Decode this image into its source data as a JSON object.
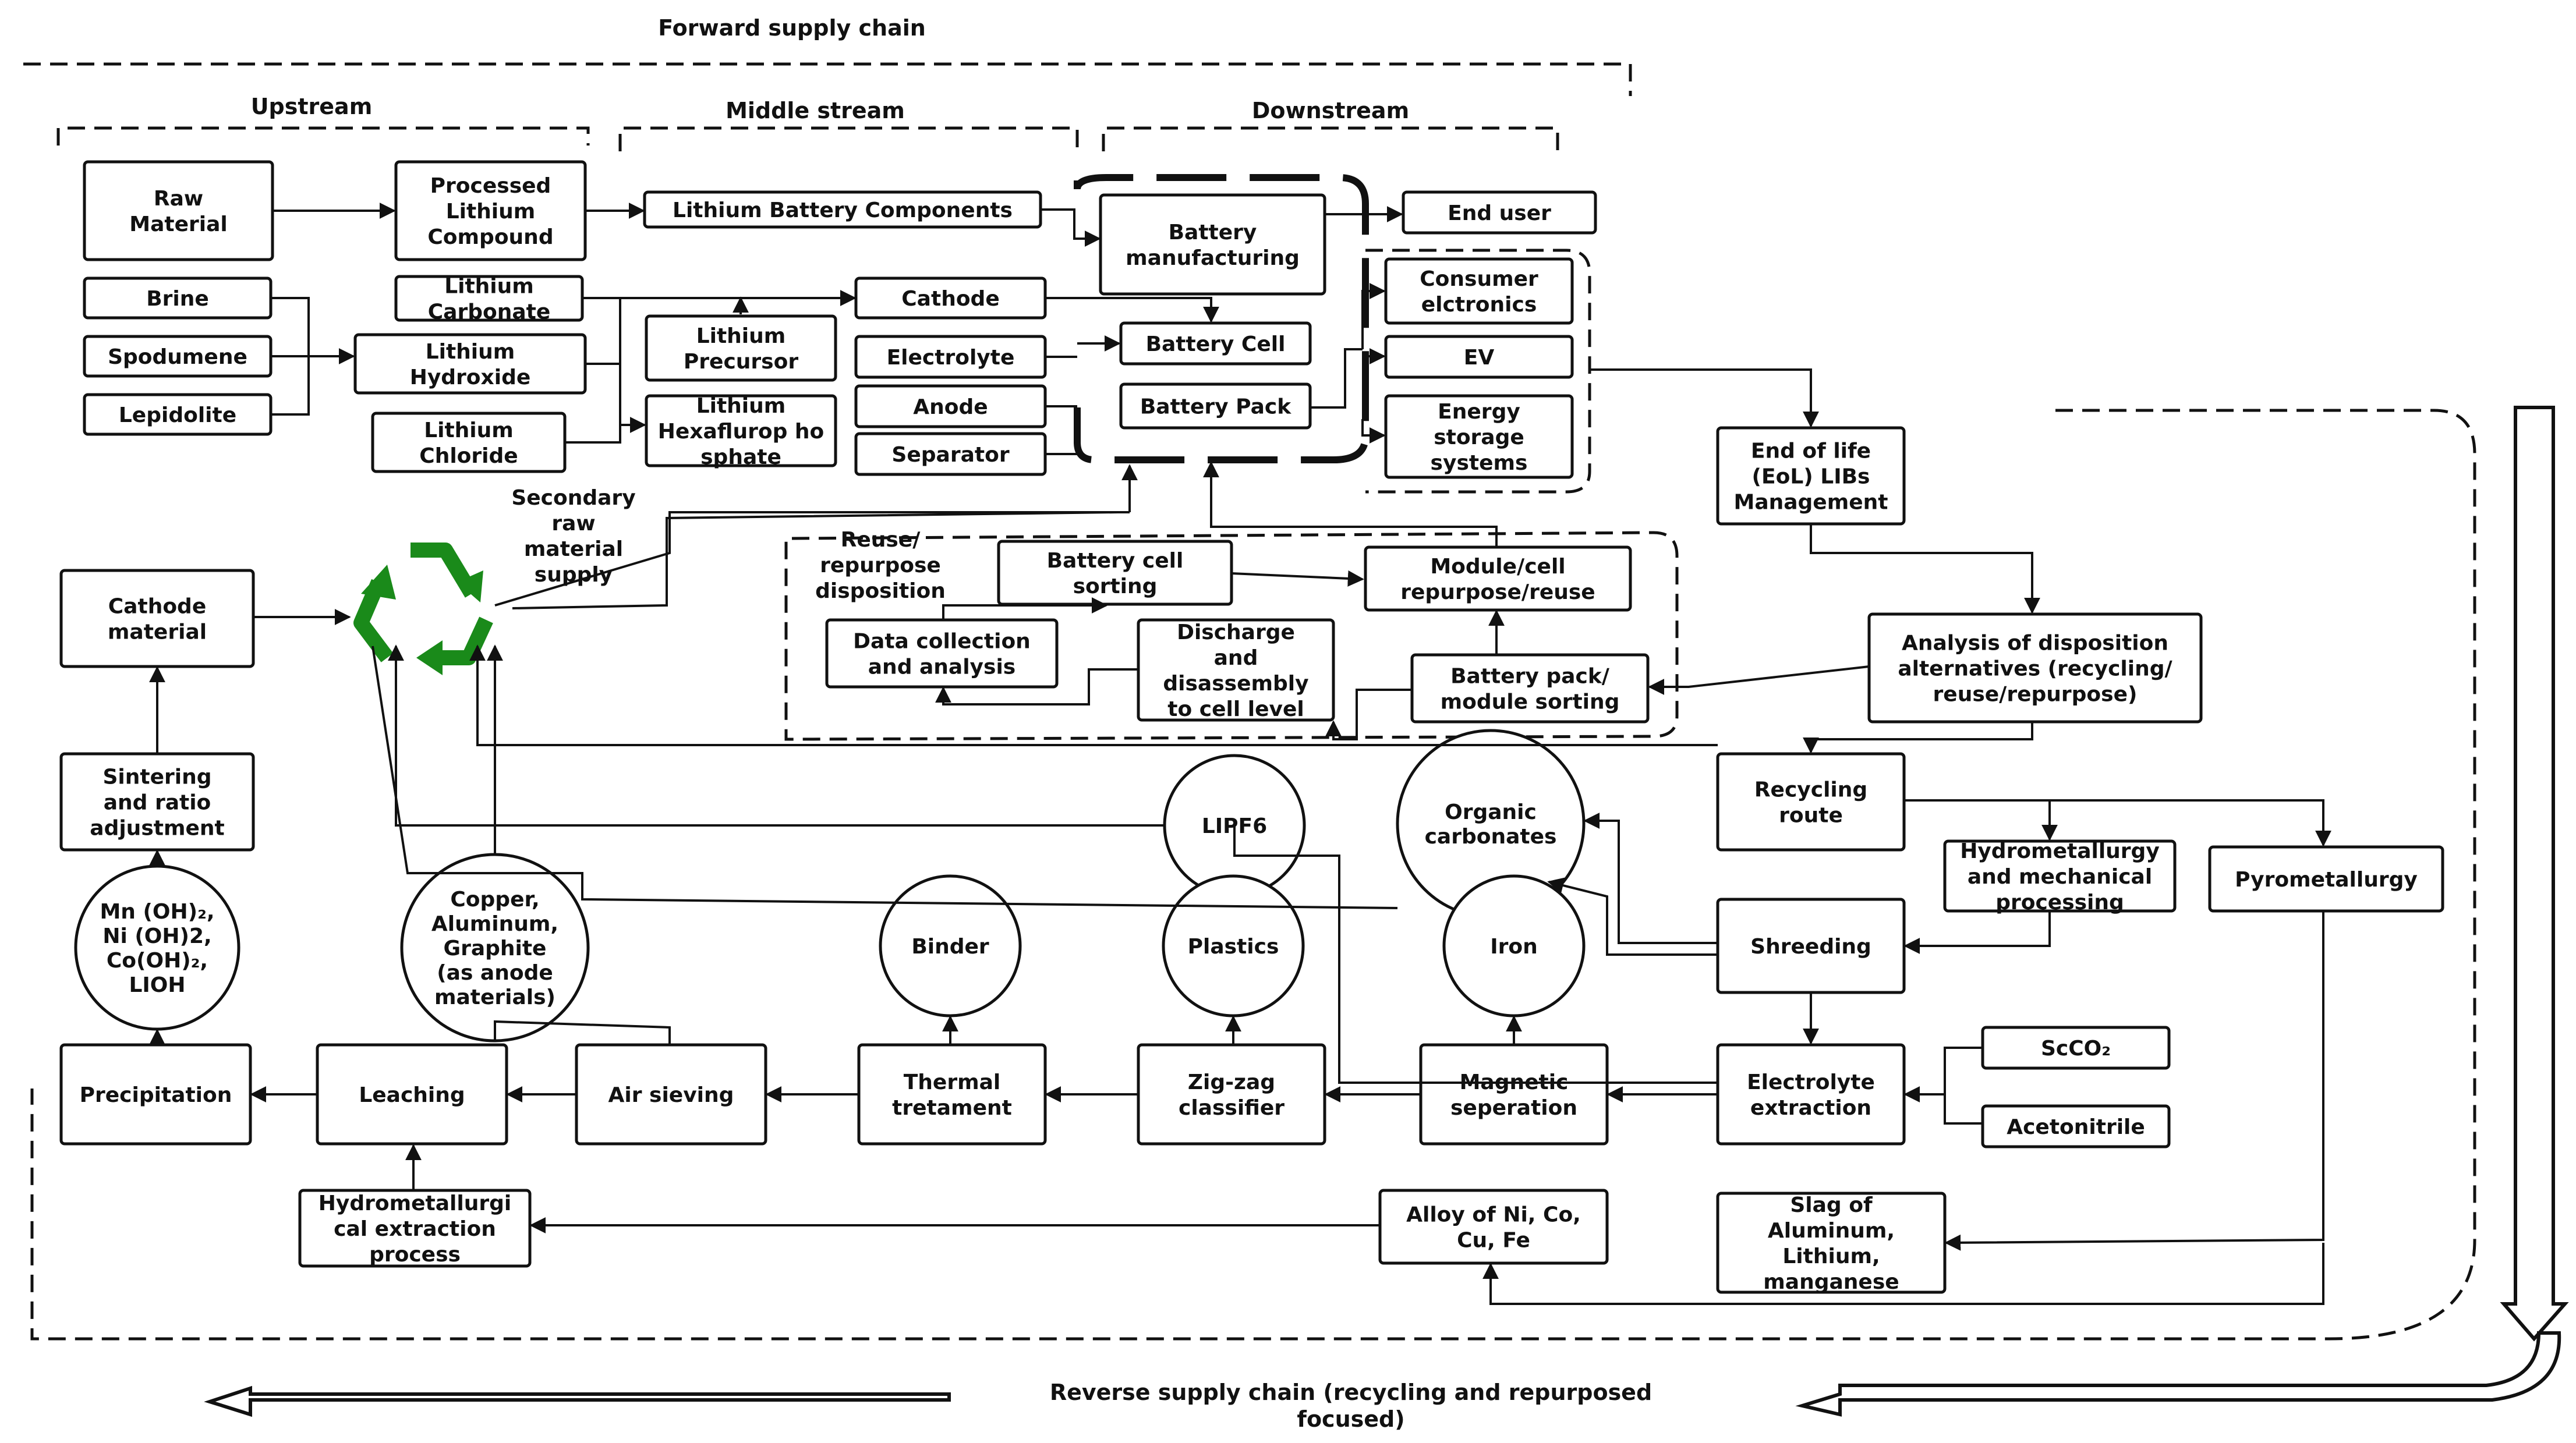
{
  "headers": {
    "forward": "Forward supply chain",
    "upstream": "Upstream",
    "middle": "Middle stream",
    "downstream": "Downstream",
    "reverse": [
      "Reverse supply chain (recycling and repurposed",
      "focused)"
    ]
  },
  "colors": {
    "recycle_symbol": "#1a8a1a",
    "stroke": "#111111"
  },
  "icons": {
    "recycle": "recycle-icon"
  },
  "secondary": [
    "Secondary",
    "raw",
    "material",
    "supply"
  ],
  "reuse_label": [
    "Reuse/",
    "repurpose",
    "disposition"
  ],
  "boxes": {
    "raw_material": [
      "Raw",
      "Material"
    ],
    "processed_lithium": [
      "Processed",
      "Lithium",
      "Compound"
    ],
    "lithium_components": [
      "Lithium Battery Components"
    ],
    "battery_manufacturing": [
      "Battery",
      "manufacturing"
    ],
    "end_user": [
      "End user"
    ],
    "brine": [
      "Brine"
    ],
    "spodumene": [
      "Spodumene"
    ],
    "lepidolite": [
      "Lepidolite"
    ],
    "lithium_carbonate": [
      "Lithium",
      "Carbonate"
    ],
    "lithium_hydroxide": [
      "Lithium",
      "Hydroxide"
    ],
    "lithium_chloride": [
      "Lithium",
      "Chloride"
    ],
    "lithium_precursor": [
      "Lithium",
      "Precursor"
    ],
    "lithium_hexafluro": [
      "Lithium",
      "Hexaflurop ho",
      "sphate"
    ],
    "cathode": [
      "Cathode"
    ],
    "electrolyte": [
      "Electrolyte"
    ],
    "anode": [
      "Anode"
    ],
    "separator": [
      "Separator"
    ],
    "battery_cell": [
      "Battery Cell"
    ],
    "battery_pack": [
      "Battery Pack"
    ],
    "consumer_electronics": [
      "Consumer",
      "elctronics"
    ],
    "ev": [
      "EV"
    ],
    "energy_storage": [
      "Energy",
      "storage",
      "systems"
    ],
    "eol": [
      "End of life",
      "(EoL) LIBs",
      "Management"
    ],
    "analysis": [
      "Analysis of disposition",
      "alternatives (recycling/",
      "reuse/repurpose)"
    ],
    "battery_cell_sorting": [
      "Battery cell",
      "sorting"
    ],
    "module_repurpose": [
      "Module/cell",
      "repurpose/reuse"
    ],
    "data_collection": [
      "Data collection",
      "and analysis"
    ],
    "discharge": [
      "Discharge",
      "and",
      "disassembly",
      "to cell level"
    ],
    "pack_sorting": [
      "Battery pack/",
      "module sorting"
    ],
    "cathode_material": [
      "Cathode",
      "material"
    ],
    "sintering": [
      "Sintering",
      "and ratio",
      "adjustment"
    ],
    "recycling_route": [
      "Recycling",
      "route"
    ],
    "hydrometallurgy": [
      "Hydrometallurgy",
      "and mechanical",
      "processing"
    ],
    "pyrometallurgy": [
      "Pyrometallurgy"
    ],
    "shreeding": [
      "Shreeding"
    ],
    "electrolyte_extraction": [
      "Electrolyte",
      "extraction"
    ],
    "scco2": [
      "ScCO₂"
    ],
    "acetonitrile": [
      "Acetonitrile"
    ],
    "magnetic": [
      "Magnetic",
      "seperation"
    ],
    "zigzag": [
      "Zig-zag",
      "classifier"
    ],
    "thermal": [
      "Thermal",
      "tretament"
    ],
    "air_sieving": [
      "Air sieving"
    ],
    "leaching": [
      "Leaching"
    ],
    "precipitation": [
      "Precipitation"
    ],
    "hydro_extraction": [
      "Hydrometallurgi",
      "cal extraction",
      "process"
    ],
    "alloy": [
      "Alloy of Ni, Co,",
      "Cu, Fe"
    ],
    "slag": [
      "Slag of",
      "Aluminum,",
      "Lithium,",
      "manganese"
    ]
  },
  "circles": {
    "lipf6": [
      "LIPF6"
    ],
    "organic": [
      "Organic",
      "carbonates"
    ],
    "iron": [
      "Iron"
    ],
    "plastics": [
      "Plastics"
    ],
    "binder": [
      "Binder"
    ],
    "copper": [
      "Copper,",
      "Aluminum,",
      "Graphite",
      "(as anode",
      "materials)"
    ],
    "mn": [
      "Mn (OH)₂,",
      "Ni (OH)2,",
      "Co(OH)₂,",
      "LIOH"
    ]
  }
}
